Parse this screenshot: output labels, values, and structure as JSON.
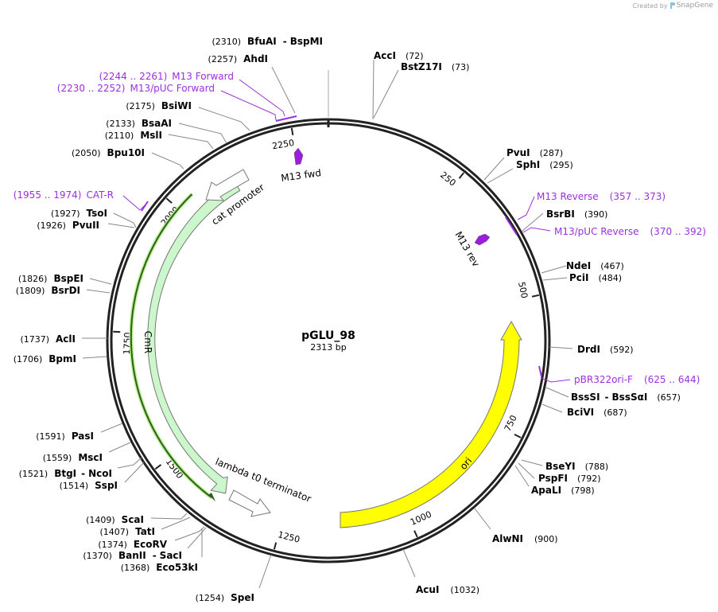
{
  "credit": {
    "prefix": "Created by",
    "brand": "SnapGene"
  },
  "plasmid": {
    "name": "pGLU_98",
    "size_label": "2313 bp",
    "length": 2313
  },
  "colors": {
    "backbone": "#222222",
    "primer": "#9b30e0",
    "cmr_fill": "#ccf7cc",
    "ori_fill": "#ffff00",
    "misc_feature": "#9b1ee0"
  },
  "ticks": [
    {
      "pos": 250,
      "label": "250"
    },
    {
      "pos": 500,
      "label": "500"
    },
    {
      "pos": 750,
      "label": "750"
    },
    {
      "pos": 1000,
      "label": "1000"
    },
    {
      "pos": 1250,
      "label": "1250"
    },
    {
      "pos": 1500,
      "label": "1500"
    },
    {
      "pos": 1750,
      "label": "1750"
    },
    {
      "pos": 2000,
      "label": "2000"
    },
    {
      "pos": 2250,
      "label": "2250"
    }
  ],
  "features": [
    {
      "name": "CmR",
      "type": "gene"
    },
    {
      "name": "cat promoter",
      "type": "promoter"
    },
    {
      "name": "lambda t0 terminator",
      "type": "terminator"
    },
    {
      "name": "ori",
      "type": "rep_origin"
    },
    {
      "name": "M13 fwd",
      "type": "primer_bind"
    },
    {
      "name": "M13 rev",
      "type": "primer_bind"
    }
  ],
  "primers": [
    {
      "name": "M13 Forward",
      "range": "(2244 .. 2261)"
    },
    {
      "name": "M13/pUC Forward",
      "range": "(2230 .. 2252)"
    },
    {
      "name": "CAT-R",
      "range": "(1955 .. 1974)"
    },
    {
      "name": "M13 Reverse",
      "range": "(357 .. 373)"
    },
    {
      "name": "M13/pUC Reverse",
      "range": "(370 .. 392)"
    },
    {
      "name": "pBR322ori-F",
      "range": "(625 .. 644)"
    }
  ],
  "sites_right": [
    {
      "name": "AccI",
      "pos": "(72)"
    },
    {
      "name": "BstZ17I",
      "pos": "(73)"
    },
    {
      "name": "PvuI",
      "pos": "(287)"
    },
    {
      "name": "SphI",
      "pos": "(295)"
    },
    {
      "name": "BsrBI",
      "pos": "(390)"
    },
    {
      "name": "NdeI",
      "pos": "(467)"
    },
    {
      "name": "PciI",
      "pos": "(484)"
    },
    {
      "name": "DrdI",
      "pos": "(592)"
    },
    {
      "name": "BssSI",
      "name2": "BssSαI",
      "pos": "(657)"
    },
    {
      "name": "BciVI",
      "pos": "(687)"
    },
    {
      "name": "BseYI",
      "pos": "(788)"
    },
    {
      "name": "PspFI",
      "pos": "(792)"
    },
    {
      "name": "ApaLI",
      "pos": "(798)"
    },
    {
      "name": "AlwNI",
      "pos": "(900)"
    },
    {
      "name": "AcuI",
      "pos": "(1032)"
    }
  ],
  "sites_left": [
    {
      "name": "BfuAI",
      "name2": "BspMI",
      "pos": "(2310)"
    },
    {
      "name": "AhdI",
      "pos": "(2257)"
    },
    {
      "name": "BsiWI",
      "pos": "(2175)"
    },
    {
      "name": "BsaAI",
      "pos": "(2133)"
    },
    {
      "name": "MslI",
      "pos": "(2110)"
    },
    {
      "name": "Bpu10I",
      "pos": "(2050)"
    },
    {
      "name": "TsoI",
      "pos": "(1927)"
    },
    {
      "name": "PvuII",
      "pos": "(1926)"
    },
    {
      "name": "BspEI",
      "pos": "(1826)"
    },
    {
      "name": "BsrDI",
      "pos": "(1809)"
    },
    {
      "name": "AclI",
      "pos": "(1737)"
    },
    {
      "name": "BpmI",
      "pos": "(1706)"
    },
    {
      "name": "PasI",
      "pos": "(1591)"
    },
    {
      "name": "MscI",
      "pos": "(1559)"
    },
    {
      "name": "BtgI",
      "name2": "NcoI",
      "pos": "(1521)"
    },
    {
      "name": "SspI",
      "pos": "(1514)"
    },
    {
      "name": "ScaI",
      "pos": "(1409)"
    },
    {
      "name": "TatI",
      "pos": "(1407)"
    },
    {
      "name": "EcoRV",
      "pos": "(1374)"
    },
    {
      "name": "BanII",
      "name2": "SacI",
      "pos": "(1370)"
    },
    {
      "name": "Eco53kI",
      "pos": "(1368)"
    },
    {
      "name": "SpeI",
      "pos": "(1254)"
    }
  ]
}
